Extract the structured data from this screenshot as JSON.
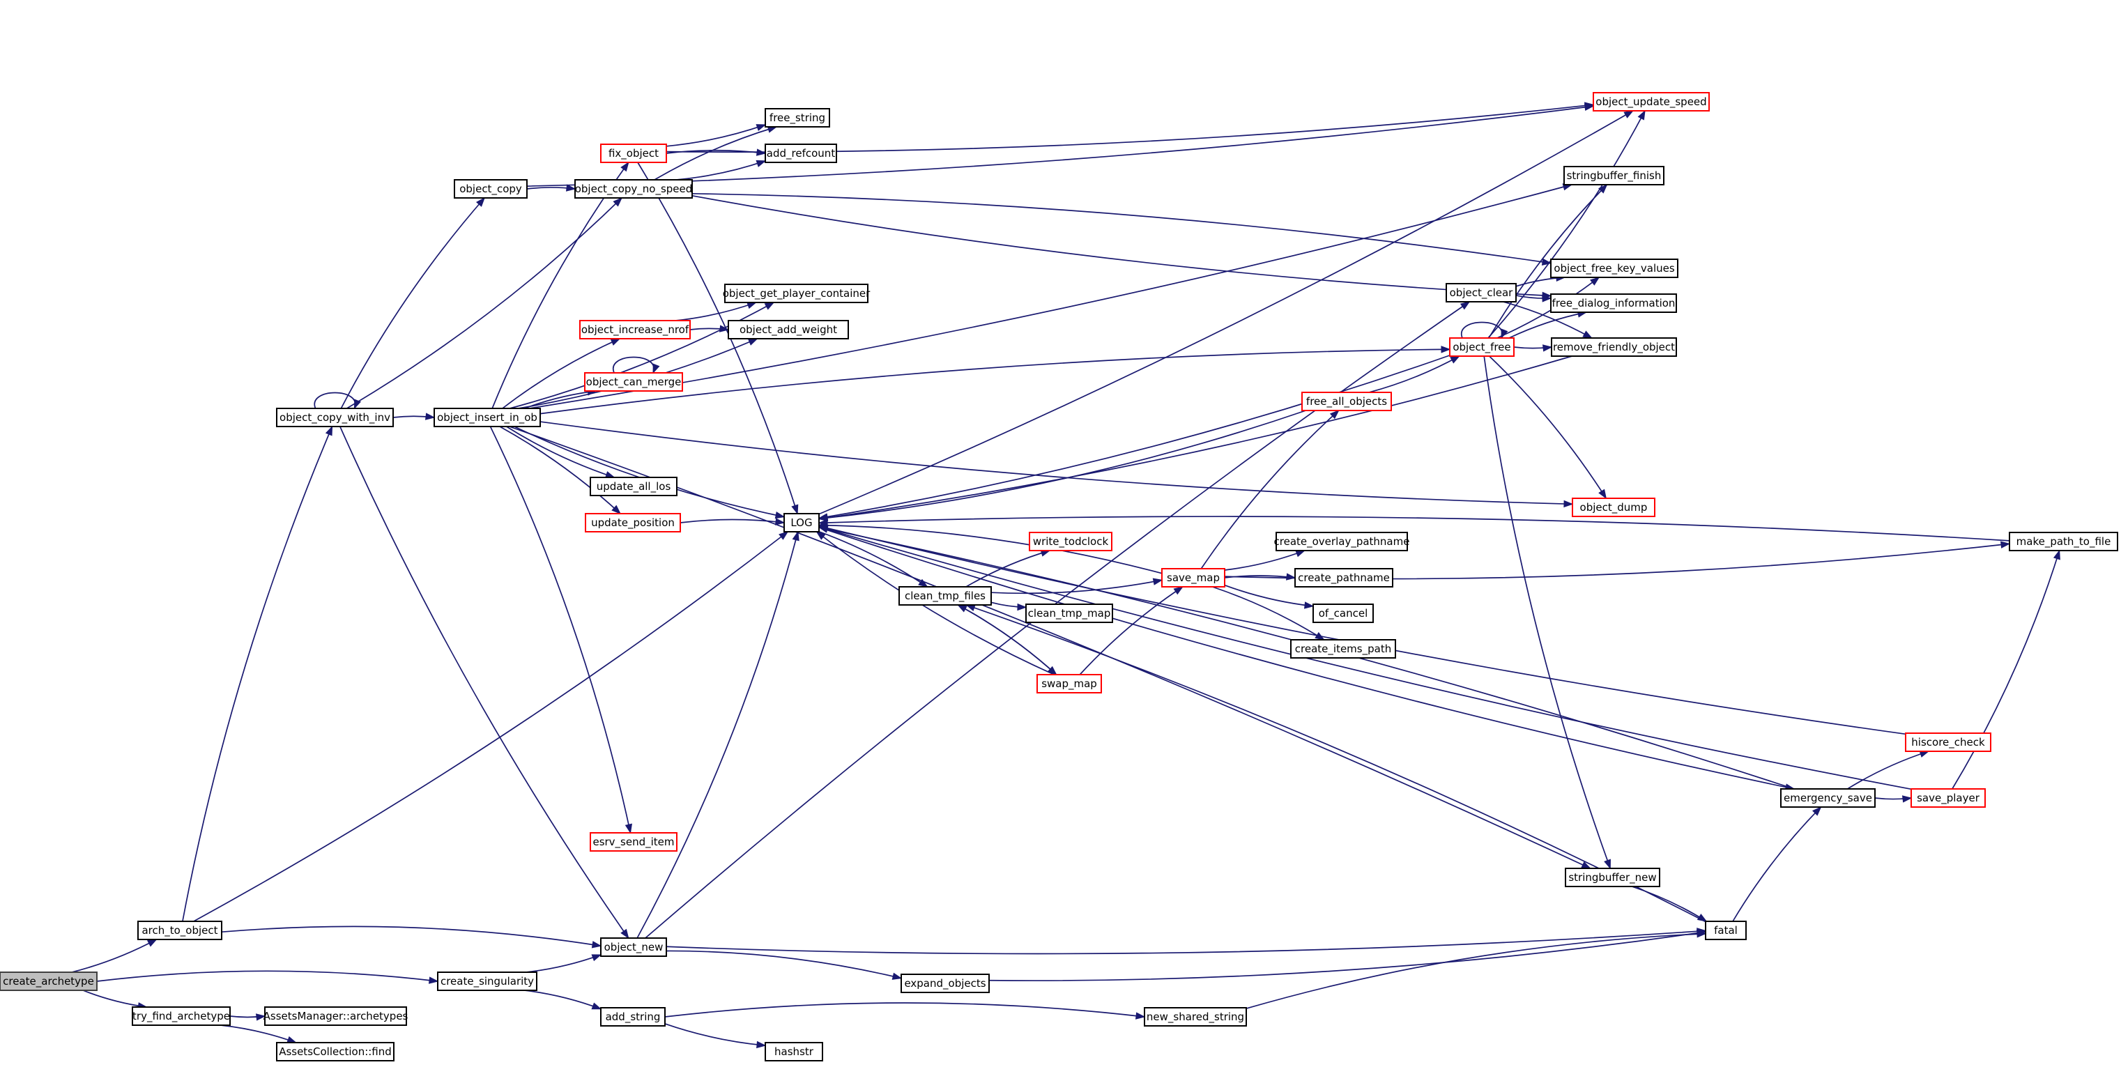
{
  "graph": {
    "colors": {
      "edge": "#191970",
      "node_border": "#000000",
      "truncated_border": "#ff0000",
      "root_fill": "#bfbfbf",
      "background": "#ffffff"
    },
    "nodes": [
      {
        "id": "create_archetype",
        "label": "create_archetype",
        "style": "root"
      },
      {
        "id": "arch_to_object",
        "label": "arch_to_object",
        "style": "normal"
      },
      {
        "id": "try_find_archetype",
        "label": "try_find_archetype",
        "style": "normal"
      },
      {
        "id": "assets_manager_archetypes",
        "label": "AssetsManager::archetypes",
        "style": "normal"
      },
      {
        "id": "assets_collection_find",
        "label": "AssetsCollection::find",
        "style": "normal"
      },
      {
        "id": "object_copy_with_inv",
        "label": "object_copy_with_inv",
        "style": "normal"
      },
      {
        "id": "object_copy",
        "label": "object_copy",
        "style": "normal"
      },
      {
        "id": "object_copy_no_speed",
        "label": "object_copy_no_speed",
        "style": "normal"
      },
      {
        "id": "object_insert_in_ob",
        "label": "object_insert_in_ob",
        "style": "normal"
      },
      {
        "id": "create_singularity",
        "label": "create_singularity",
        "style": "normal"
      },
      {
        "id": "object_new",
        "label": "object_new",
        "style": "normal"
      },
      {
        "id": "add_string",
        "label": "add_string",
        "style": "normal"
      },
      {
        "id": "hashstr",
        "label": "hashstr",
        "style": "normal"
      },
      {
        "id": "fix_object",
        "label": "fix_object",
        "style": "truncated"
      },
      {
        "id": "free_string",
        "label": "free_string",
        "style": "normal"
      },
      {
        "id": "add_refcount",
        "label": "add_refcount",
        "style": "normal"
      },
      {
        "id": "object_get_player_container",
        "label": "object_get_player_container",
        "style": "normal"
      },
      {
        "id": "object_increase_nrof",
        "label": "object_increase_nrof",
        "style": "truncated"
      },
      {
        "id": "object_add_weight",
        "label": "object_add_weight",
        "style": "normal"
      },
      {
        "id": "object_can_merge",
        "label": "object_can_merge",
        "style": "truncated"
      },
      {
        "id": "update_all_los",
        "label": "update_all_los",
        "style": "normal"
      },
      {
        "id": "update_position",
        "label": "update_position",
        "style": "truncated"
      },
      {
        "id": "log",
        "label": "LOG",
        "style": "normal"
      },
      {
        "id": "esrv_send_item",
        "label": "esrv_send_item",
        "style": "truncated"
      },
      {
        "id": "clean_tmp_files",
        "label": "clean_tmp_files",
        "style": "normal"
      },
      {
        "id": "write_todclock",
        "label": "write_todclock",
        "style": "truncated"
      },
      {
        "id": "clean_tmp_map",
        "label": "clean_tmp_map",
        "style": "normal"
      },
      {
        "id": "swap_map",
        "label": "swap_map",
        "style": "truncated"
      },
      {
        "id": "save_map",
        "label": "save_map",
        "style": "truncated"
      },
      {
        "id": "create_overlay_pathname",
        "label": "create_overlay_pathname",
        "style": "normal"
      },
      {
        "id": "create_pathname",
        "label": "create_pathname",
        "style": "normal"
      },
      {
        "id": "of_cancel",
        "label": "of_cancel",
        "style": "normal"
      },
      {
        "id": "create_items_path",
        "label": "create_items_path",
        "style": "normal"
      },
      {
        "id": "free_all_objects",
        "label": "free_all_objects",
        "style": "truncated"
      },
      {
        "id": "object_clear",
        "label": "object_clear",
        "style": "normal"
      },
      {
        "id": "object_free",
        "label": "object_free",
        "style": "truncated"
      },
      {
        "id": "object_update_speed",
        "label": "object_update_speed",
        "style": "truncated"
      },
      {
        "id": "stringbuffer_finish",
        "label": "stringbuffer_finish",
        "style": "normal"
      },
      {
        "id": "object_free_key_values",
        "label": "object_free_key_values",
        "style": "normal"
      },
      {
        "id": "free_dialog_information",
        "label": "free_dialog_information",
        "style": "normal"
      },
      {
        "id": "remove_friendly_object",
        "label": "remove_friendly_object",
        "style": "normal"
      },
      {
        "id": "object_dump",
        "label": "object_dump",
        "style": "truncated"
      },
      {
        "id": "make_path_to_file",
        "label": "make_path_to_file",
        "style": "normal"
      },
      {
        "id": "hiscore_check",
        "label": "hiscore_check",
        "style": "truncated"
      },
      {
        "id": "emergency_save",
        "label": "emergency_save",
        "style": "normal"
      },
      {
        "id": "save_player",
        "label": "save_player",
        "style": "truncated"
      },
      {
        "id": "stringbuffer_new",
        "label": "stringbuffer_new",
        "style": "normal"
      },
      {
        "id": "fatal",
        "label": "fatal",
        "style": "normal"
      },
      {
        "id": "expand_objects",
        "label": "expand_objects",
        "style": "normal"
      },
      {
        "id": "new_shared_string",
        "label": "new_shared_string",
        "style": "normal"
      }
    ],
    "edges": [
      {
        "from": "create_archetype",
        "to": "arch_to_object"
      },
      {
        "from": "create_archetype",
        "to": "create_singularity"
      },
      {
        "from": "create_archetype",
        "to": "try_find_archetype"
      },
      {
        "from": "arch_to_object",
        "to": "object_copy_with_inv"
      },
      {
        "from": "arch_to_object",
        "to": "log"
      },
      {
        "from": "arch_to_object",
        "to": "object_new"
      },
      {
        "from": "try_find_archetype",
        "to": "assets_manager_archetypes"
      },
      {
        "from": "try_find_archetype",
        "to": "assets_collection_find"
      },
      {
        "from": "object_copy_with_inv",
        "to": "object_copy_with_inv"
      },
      {
        "from": "object_copy_with_inv",
        "to": "object_copy"
      },
      {
        "from": "object_copy_with_inv",
        "to": "object_copy_no_speed"
      },
      {
        "from": "object_copy_with_inv",
        "to": "object_insert_in_ob"
      },
      {
        "from": "object_copy_with_inv",
        "to": "object_new"
      },
      {
        "from": "object_copy",
        "to": "object_copy_no_speed"
      },
      {
        "from": "object_copy",
        "to": "object_update_speed"
      },
      {
        "from": "object_copy_no_speed",
        "to": "free_string"
      },
      {
        "from": "object_copy_no_speed",
        "to": "add_refcount"
      },
      {
        "from": "object_copy_no_speed",
        "to": "object_free_key_values"
      },
      {
        "from": "object_copy_no_speed",
        "to": "free_dialog_information"
      },
      {
        "from": "object_insert_in_ob",
        "to": "fix_object"
      },
      {
        "from": "object_insert_in_ob",
        "to": "stringbuffer_finish"
      },
      {
        "from": "object_insert_in_ob",
        "to": "object_free"
      },
      {
        "from": "object_insert_in_ob",
        "to": "object_get_player_container"
      },
      {
        "from": "object_insert_in_ob",
        "to": "object_increase_nrof"
      },
      {
        "from": "object_insert_in_ob",
        "to": "object_add_weight"
      },
      {
        "from": "object_insert_in_ob",
        "to": "object_can_merge"
      },
      {
        "from": "object_insert_in_ob",
        "to": "update_all_los"
      },
      {
        "from": "object_insert_in_ob",
        "to": "update_position"
      },
      {
        "from": "object_insert_in_ob",
        "to": "log"
      },
      {
        "from": "object_insert_in_ob",
        "to": "esrv_send_item"
      },
      {
        "from": "object_insert_in_ob",
        "to": "object_dump"
      },
      {
        "from": "object_insert_in_ob",
        "to": "stringbuffer_new"
      },
      {
        "from": "fix_object",
        "to": "free_string"
      },
      {
        "from": "fix_object",
        "to": "add_refcount"
      },
      {
        "from": "fix_object",
        "to": "object_update_speed"
      },
      {
        "from": "fix_object",
        "to": "log"
      },
      {
        "from": "object_increase_nrof",
        "to": "object_get_player_container"
      },
      {
        "from": "object_increase_nrof",
        "to": "object_add_weight"
      },
      {
        "from": "object_can_merge",
        "to": "object_can_merge"
      },
      {
        "from": "update_position",
        "to": "log"
      },
      {
        "from": "create_singularity",
        "to": "object_new"
      },
      {
        "from": "create_singularity",
        "to": "add_string"
      },
      {
        "from": "object_new",
        "to": "log"
      },
      {
        "from": "object_new",
        "to": "object_clear"
      },
      {
        "from": "object_new",
        "to": "fatal"
      },
      {
        "from": "object_new",
        "to": "expand_objects"
      },
      {
        "from": "add_string",
        "to": "hashstr"
      },
      {
        "from": "add_string",
        "to": "new_shared_string"
      },
      {
        "from": "log",
        "to": "object_update_speed"
      },
      {
        "from": "log",
        "to": "clean_tmp_files"
      },
      {
        "from": "log",
        "to": "emergency_save"
      },
      {
        "from": "clean_tmp_files",
        "to": "write_todclock"
      },
      {
        "from": "clean_tmp_files",
        "to": "clean_tmp_map"
      },
      {
        "from": "clean_tmp_files",
        "to": "swap_map"
      },
      {
        "from": "clean_tmp_files",
        "to": "save_map"
      },
      {
        "from": "swap_map",
        "to": "log"
      },
      {
        "from": "swap_map",
        "to": "clean_tmp_files"
      },
      {
        "from": "swap_map",
        "to": "save_map"
      },
      {
        "from": "save_map",
        "to": "log"
      },
      {
        "from": "save_map",
        "to": "free_all_objects"
      },
      {
        "from": "save_map",
        "to": "create_overlay_pathname"
      },
      {
        "from": "save_map",
        "to": "create_pathname"
      },
      {
        "from": "save_map",
        "to": "of_cancel"
      },
      {
        "from": "save_map",
        "to": "create_items_path"
      },
      {
        "from": "save_map",
        "to": "make_path_to_file"
      },
      {
        "from": "free_all_objects",
        "to": "log"
      },
      {
        "from": "free_all_objects",
        "to": "object_free"
      },
      {
        "from": "object_clear",
        "to": "object_free_key_values"
      },
      {
        "from": "object_clear",
        "to": "free_dialog_information"
      },
      {
        "from": "object_clear",
        "to": "remove_friendly_object"
      },
      {
        "from": "object_free",
        "to": "object_free"
      },
      {
        "from": "object_free",
        "to": "log"
      },
      {
        "from": "object_free",
        "to": "object_update_speed"
      },
      {
        "from": "object_free",
        "to": "stringbuffer_finish"
      },
      {
        "from": "object_free",
        "to": "object_free_key_values"
      },
      {
        "from": "object_free",
        "to": "free_dialog_information"
      },
      {
        "from": "object_free",
        "to": "remove_friendly_object"
      },
      {
        "from": "object_free",
        "to": "object_dump"
      },
      {
        "from": "object_free",
        "to": "stringbuffer_new"
      },
      {
        "from": "remove_friendly_object",
        "to": "log"
      },
      {
        "from": "make_path_to_file",
        "to": "log"
      },
      {
        "from": "hiscore_check",
        "to": "log"
      },
      {
        "from": "emergency_save",
        "to": "log"
      },
      {
        "from": "emergency_save",
        "to": "hiscore_check"
      },
      {
        "from": "emergency_save",
        "to": "save_player"
      },
      {
        "from": "save_player",
        "to": "log"
      },
      {
        "from": "save_player",
        "to": "make_path_to_file"
      },
      {
        "from": "stringbuffer_new",
        "to": "fatal"
      },
      {
        "from": "fatal",
        "to": "clean_tmp_files"
      },
      {
        "from": "fatal",
        "to": "emergency_save"
      },
      {
        "from": "expand_objects",
        "to": "fatal"
      },
      {
        "from": "new_shared_string",
        "to": "fatal"
      }
    ]
  }
}
